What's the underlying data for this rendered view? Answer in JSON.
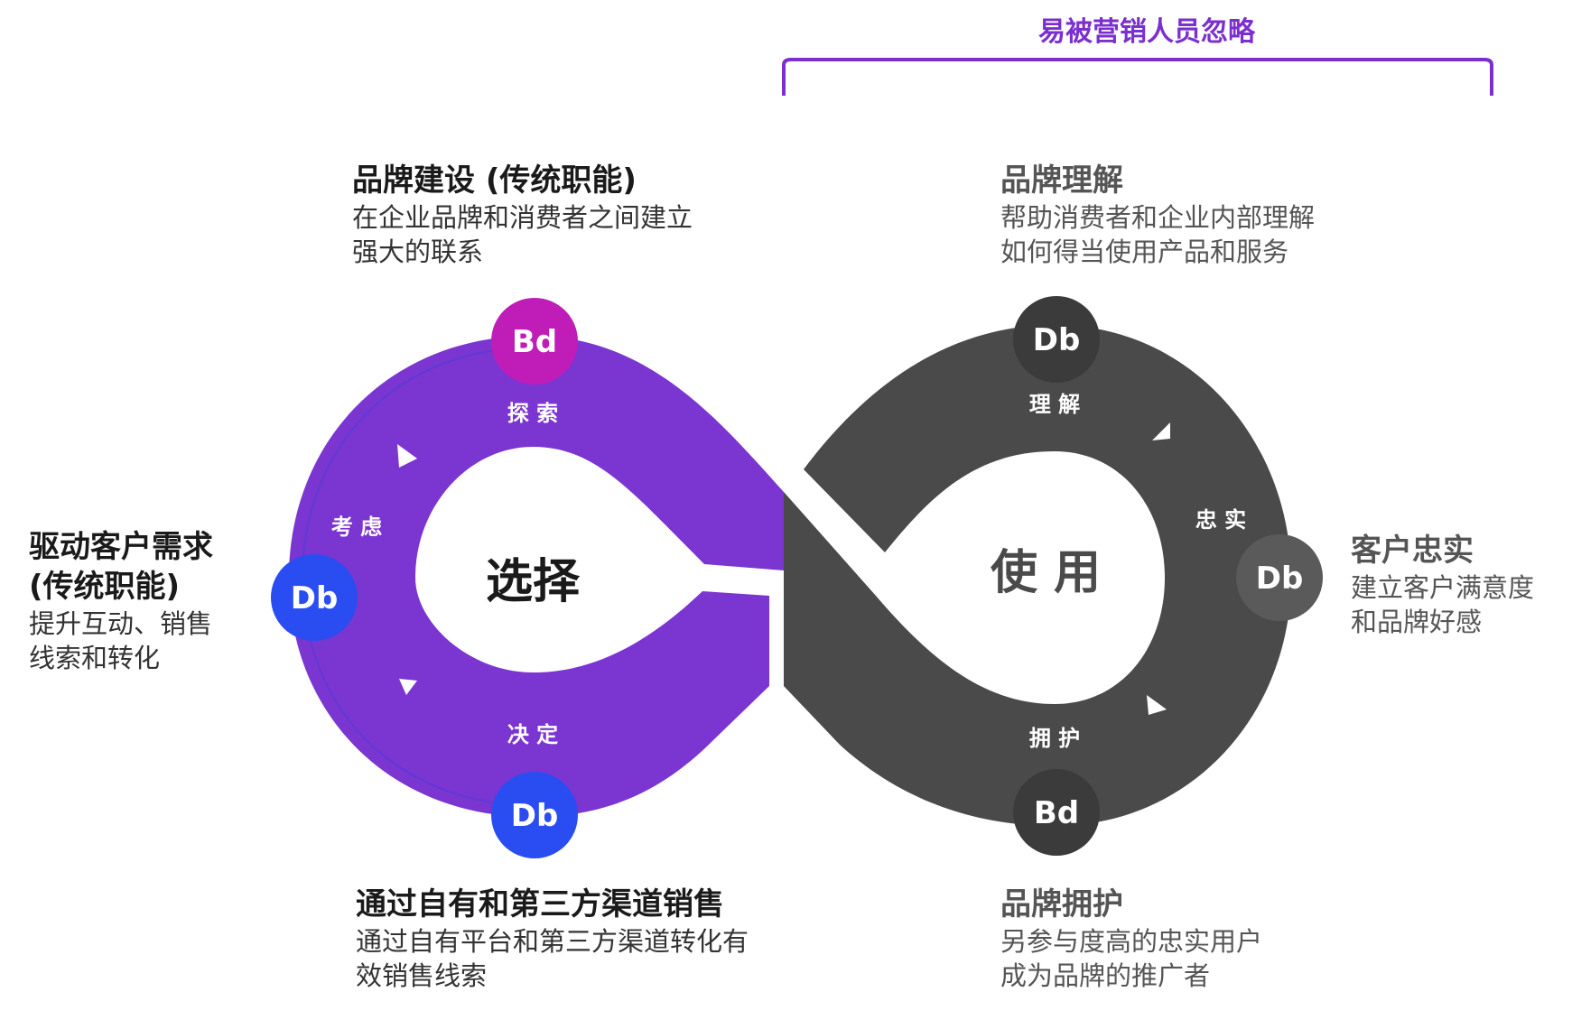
{
  "bracket": {
    "label": "易被营销人员忽略",
    "color": "#7b2fcf"
  },
  "colors": {
    "purple_loop": "#7b35d1",
    "grey_loop": "#4a4a4a",
    "magenta_node": "#c01db8",
    "blue_node": "#2a4df2",
    "dark_node": "#3b3b3b",
    "grey_node": "#5a5a5a"
  },
  "left_loop": {
    "center_label": "选择",
    "stages": {
      "top": "探 索",
      "left": "考 虑",
      "bottom": "决 定"
    },
    "nodes": {
      "top": "Bd",
      "left": "Db",
      "bottom": "Db"
    }
  },
  "right_loop": {
    "center_label": "使 用",
    "stages": {
      "top": "理 解",
      "right": "忠 实",
      "bottom": "拥 护"
    },
    "nodes": {
      "top": "Db",
      "right": "Db",
      "bottom": "Bd"
    }
  },
  "callouts": {
    "brand_building": {
      "title": "品牌建设 (传统职能)",
      "lines": [
        "在企业品牌和消费者之间建立",
        "强大的联系"
      ]
    },
    "demand": {
      "title_lines": [
        "驱动客户需求",
        "(传统职能)"
      ],
      "lines": [
        "提升互动、销售",
        "线索和转化"
      ]
    },
    "sales": {
      "title": "通过自有和第三方渠道销售",
      "lines": [
        "通过自有平台和第三方渠道转化有",
        "效销售线索"
      ]
    },
    "brand_understanding": {
      "title": "品牌理解",
      "lines": [
        "帮助消费者和企业内部理解",
        "如何得当使用产品和服务"
      ]
    },
    "loyalty": {
      "title": "客户忠实",
      "lines": [
        "建立客户满意度",
        "和品牌好感"
      ]
    },
    "advocacy": {
      "title": "品牌拥护",
      "lines": [
        "另参与度高的忠实用户",
        "成为品牌的推广者"
      ]
    }
  }
}
